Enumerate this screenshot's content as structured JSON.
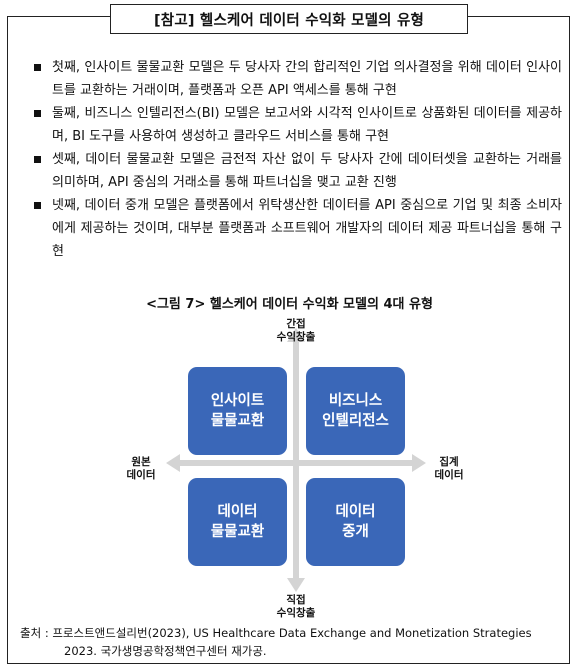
{
  "title": "[참고] 헬스케어 데이터 수익화 모델의 유형",
  "bullets": [
    "첫째, 인사이트 물물교환 모델은 두 당사자 간의 합리적인 기업 의사결정을 위해 데이터 인사이트를 교환하는 거래이며, 플랫폼과 오픈 API 액세스를 통해 구현",
    "둘째, 비즈니스 인텔리전스(BI) 모델은 보고서와 시각적 인사이트로 상품화된 데이터를 제공하며, BI 도구를 사용하여 생성하고 클라우드 서비스를 통해 구현",
    "셋째, 데이터 물물교환 모델은 금전적 자산 없이 두 당사자 간에 데이터셋을 교환하는 거래를 의미하며, API 중심의 거래소를 통해 파트너십을 맺고 교환 진행",
    "넷째, 데이터 중개 모델은 플랫폼에서 위탁생산한 데이터를 API 중심으로 기업 및 최종 소비자에게 제공하는 것이며, 대부분 플랫폼과 소프트웨어 개발자의 데이터 제공 파트너십을 통해 구현"
  ],
  "figure": {
    "caption": "<그림 7> 헬스케어 데이터 수익화 모델의 4대 유형",
    "axes": {
      "top": [
        "간접",
        "수익창출"
      ],
      "bottom": [
        "직접",
        "수익창출"
      ],
      "left": [
        "원본",
        "데이터"
      ],
      "right": [
        "집계",
        "데이터"
      ]
    },
    "quadrants": {
      "top_left": [
        "인사이트",
        "물물교환"
      ],
      "top_right": [
        "비즈니스",
        "인텔리전스"
      ],
      "bottom_left": [
        "데이터",
        "물물교환"
      ],
      "bottom_right": [
        "데이터",
        "중개"
      ]
    },
    "colors": {
      "quadrant": "#3a67b8",
      "axis": "#d4d4d4"
    }
  },
  "source": {
    "line1": "출처 : 프로스트앤드설리번(2023), US Healthcare Data Exchange and Monetization Strategies",
    "line2": "2023. 국가생명공학정책연구센터 재가공."
  }
}
